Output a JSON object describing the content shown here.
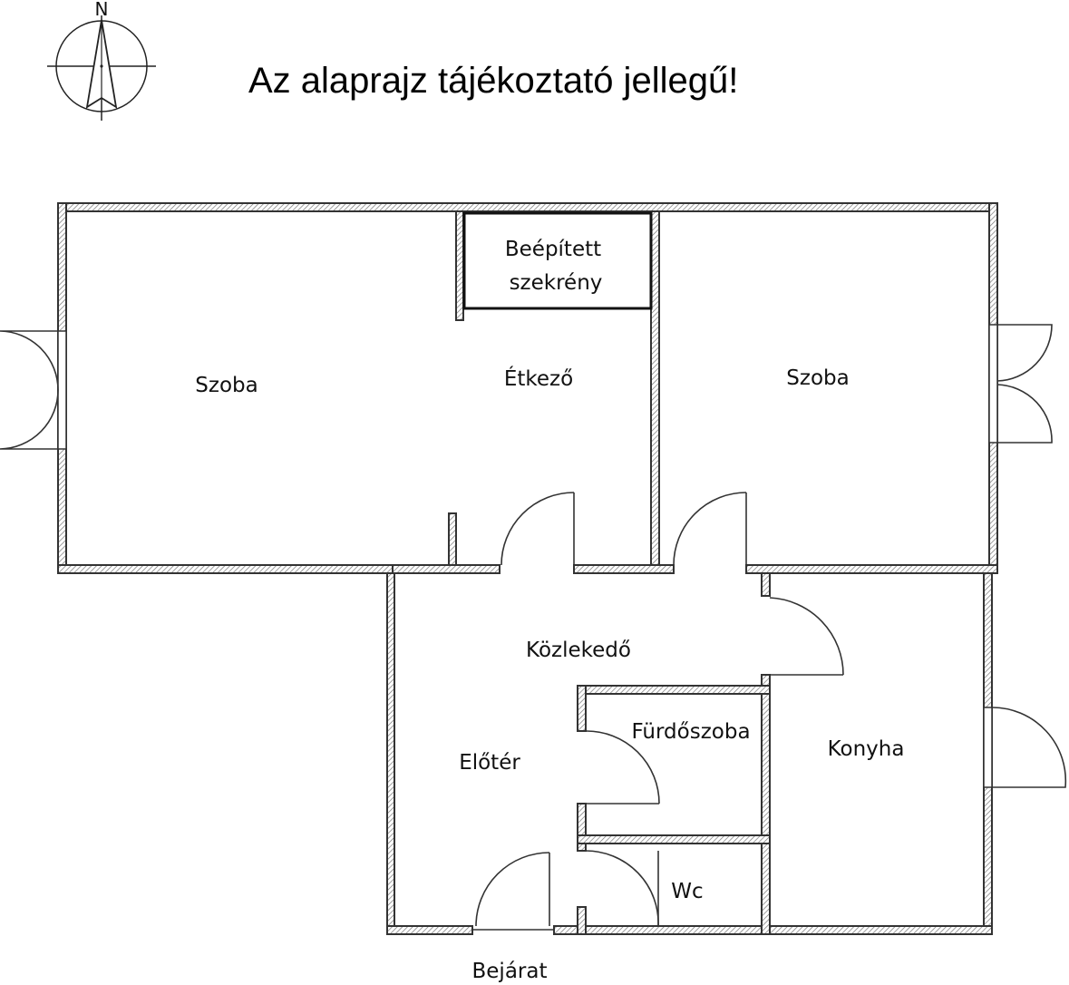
{
  "title": "Az alaprajz tájékoztató jellegű!",
  "compass": {
    "north_label": "N"
  },
  "rooms": [
    {
      "id": "szoba-left",
      "label": "Szoba"
    },
    {
      "id": "etkezo",
      "label": "Étkező"
    },
    {
      "id": "beepitett",
      "line1": "Beépített",
      "line2": "szekrény"
    },
    {
      "id": "szoba-right",
      "label": "Szoba"
    },
    {
      "id": "kozlekedo",
      "label": "Közlekedő"
    },
    {
      "id": "furdoszoba",
      "label": "Fürdőszoba"
    },
    {
      "id": "eloter",
      "label": "Előtér"
    },
    {
      "id": "konyha",
      "label": "Konyha"
    },
    {
      "id": "wc",
      "label": "Wc"
    }
  ],
  "entrance": {
    "label": "Bejárat"
  },
  "colors": {
    "wall": "#333333",
    "background": "#ffffff"
  }
}
